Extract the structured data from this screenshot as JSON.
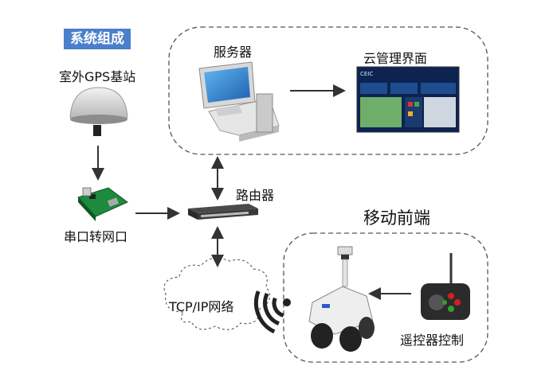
{
  "title": "系统组成",
  "labels": {
    "gps_station": "室外GPS基站",
    "serial_converter": "串口转网口",
    "server": "服务器",
    "cloud_ui": "云管理界面",
    "router": "路由器",
    "mobile_end": "移动前端",
    "tcp_network": "TCP/IP网络",
    "remote_control": "遥控器控制"
  },
  "screen_header": "CEIC",
  "colors": {
    "title_bg": "#4a7fcb",
    "dashed_border": "#555555",
    "arrow": "#333333"
  }
}
